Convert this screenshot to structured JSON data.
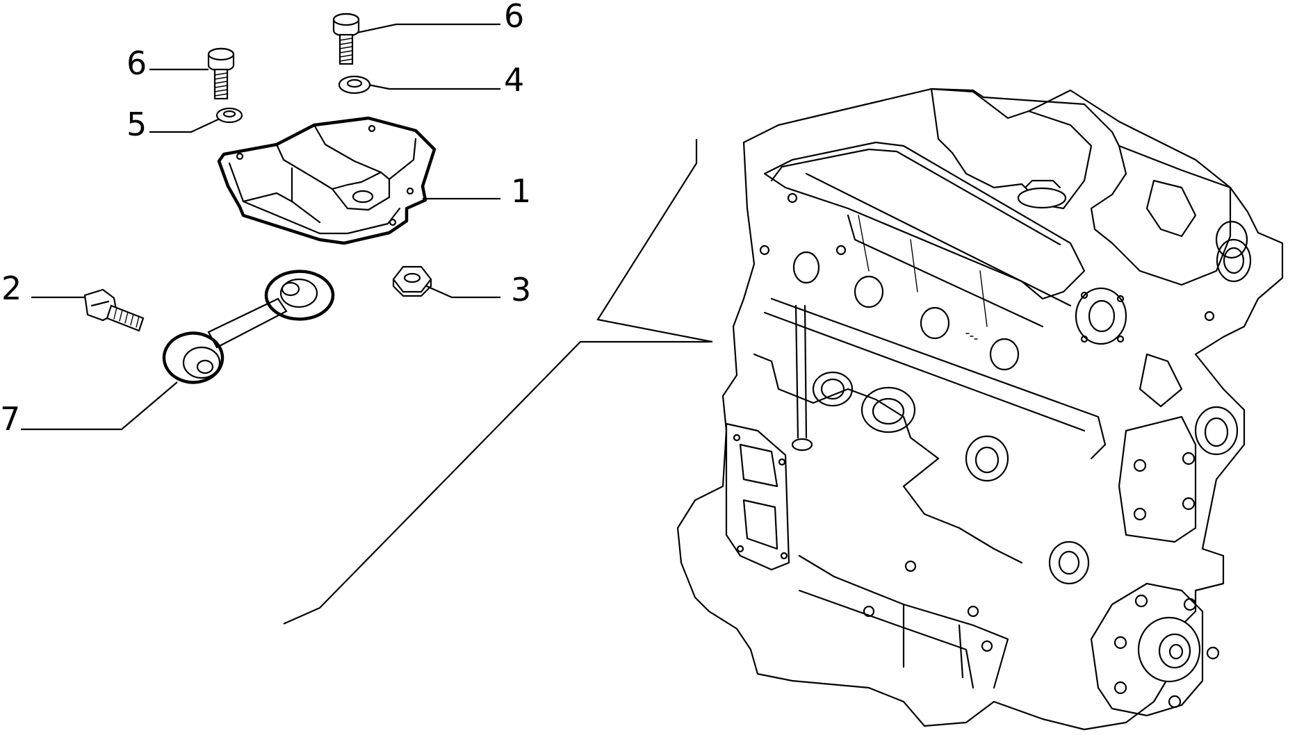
{
  "diagram": {
    "callouts": [
      {
        "id": "c6a",
        "label": "6"
      },
      {
        "id": "c6b",
        "label": "6"
      },
      {
        "id": "c4",
        "label": "4"
      },
      {
        "id": "c5",
        "label": "5"
      },
      {
        "id": "c1",
        "label": "1"
      },
      {
        "id": "c2",
        "label": "2"
      },
      {
        "id": "c3",
        "label": "3"
      },
      {
        "id": "c7",
        "label": "7"
      }
    ]
  }
}
